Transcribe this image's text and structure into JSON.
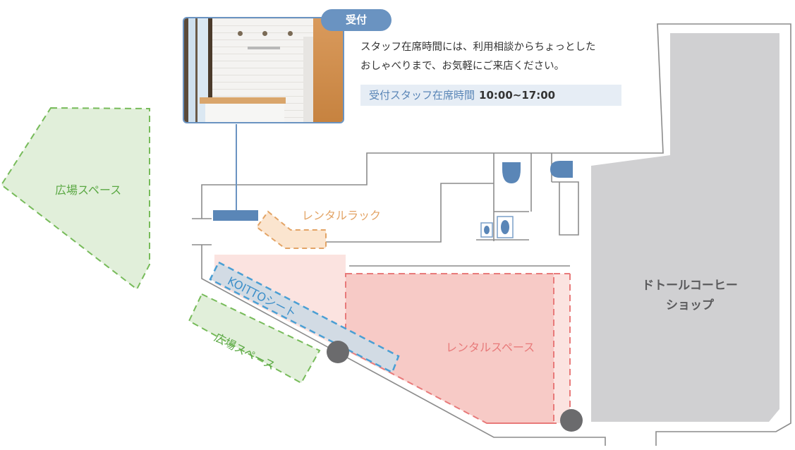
{
  "reception": {
    "badge": "受付",
    "description_line1": "スタッフ在席時間には、利用相談からちょっとした",
    "description_line2": "おしゃべりまで、お気軽にご来店ください。",
    "hours_label": "受付スタッフ在席時間",
    "hours_value": "10:00~17:00"
  },
  "areas": {
    "plaza_left": "広場スペース",
    "plaza_bottom": "広場スペース",
    "rental_rack": "レンタルラック",
    "koitto_seat": "KOITTOシート",
    "rental_space": "レンタルスペース",
    "shop_line1": "ドトールコーヒー",
    "shop_line2": "ショップ"
  },
  "colors": {
    "accent_blue": "#6a93c1",
    "plaza_green": "#77bb5a",
    "rack_orange": "#e3a466",
    "rental_red": "#e87a7a",
    "shop_gray": "#d0d0d2"
  }
}
